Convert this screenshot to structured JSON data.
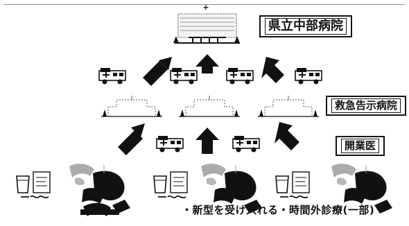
{
  "labels": {
    "prefectural_hospital": "県立中部病院",
    "emergency_hospitals": "救急告示病院",
    "practitioners": "開業医"
  },
  "footer": {
    "note": "・新型を受け入れる・時間外診療(一部)"
  },
  "colors": {
    "ink": "#111111",
    "paper": "#ffffff"
  }
}
